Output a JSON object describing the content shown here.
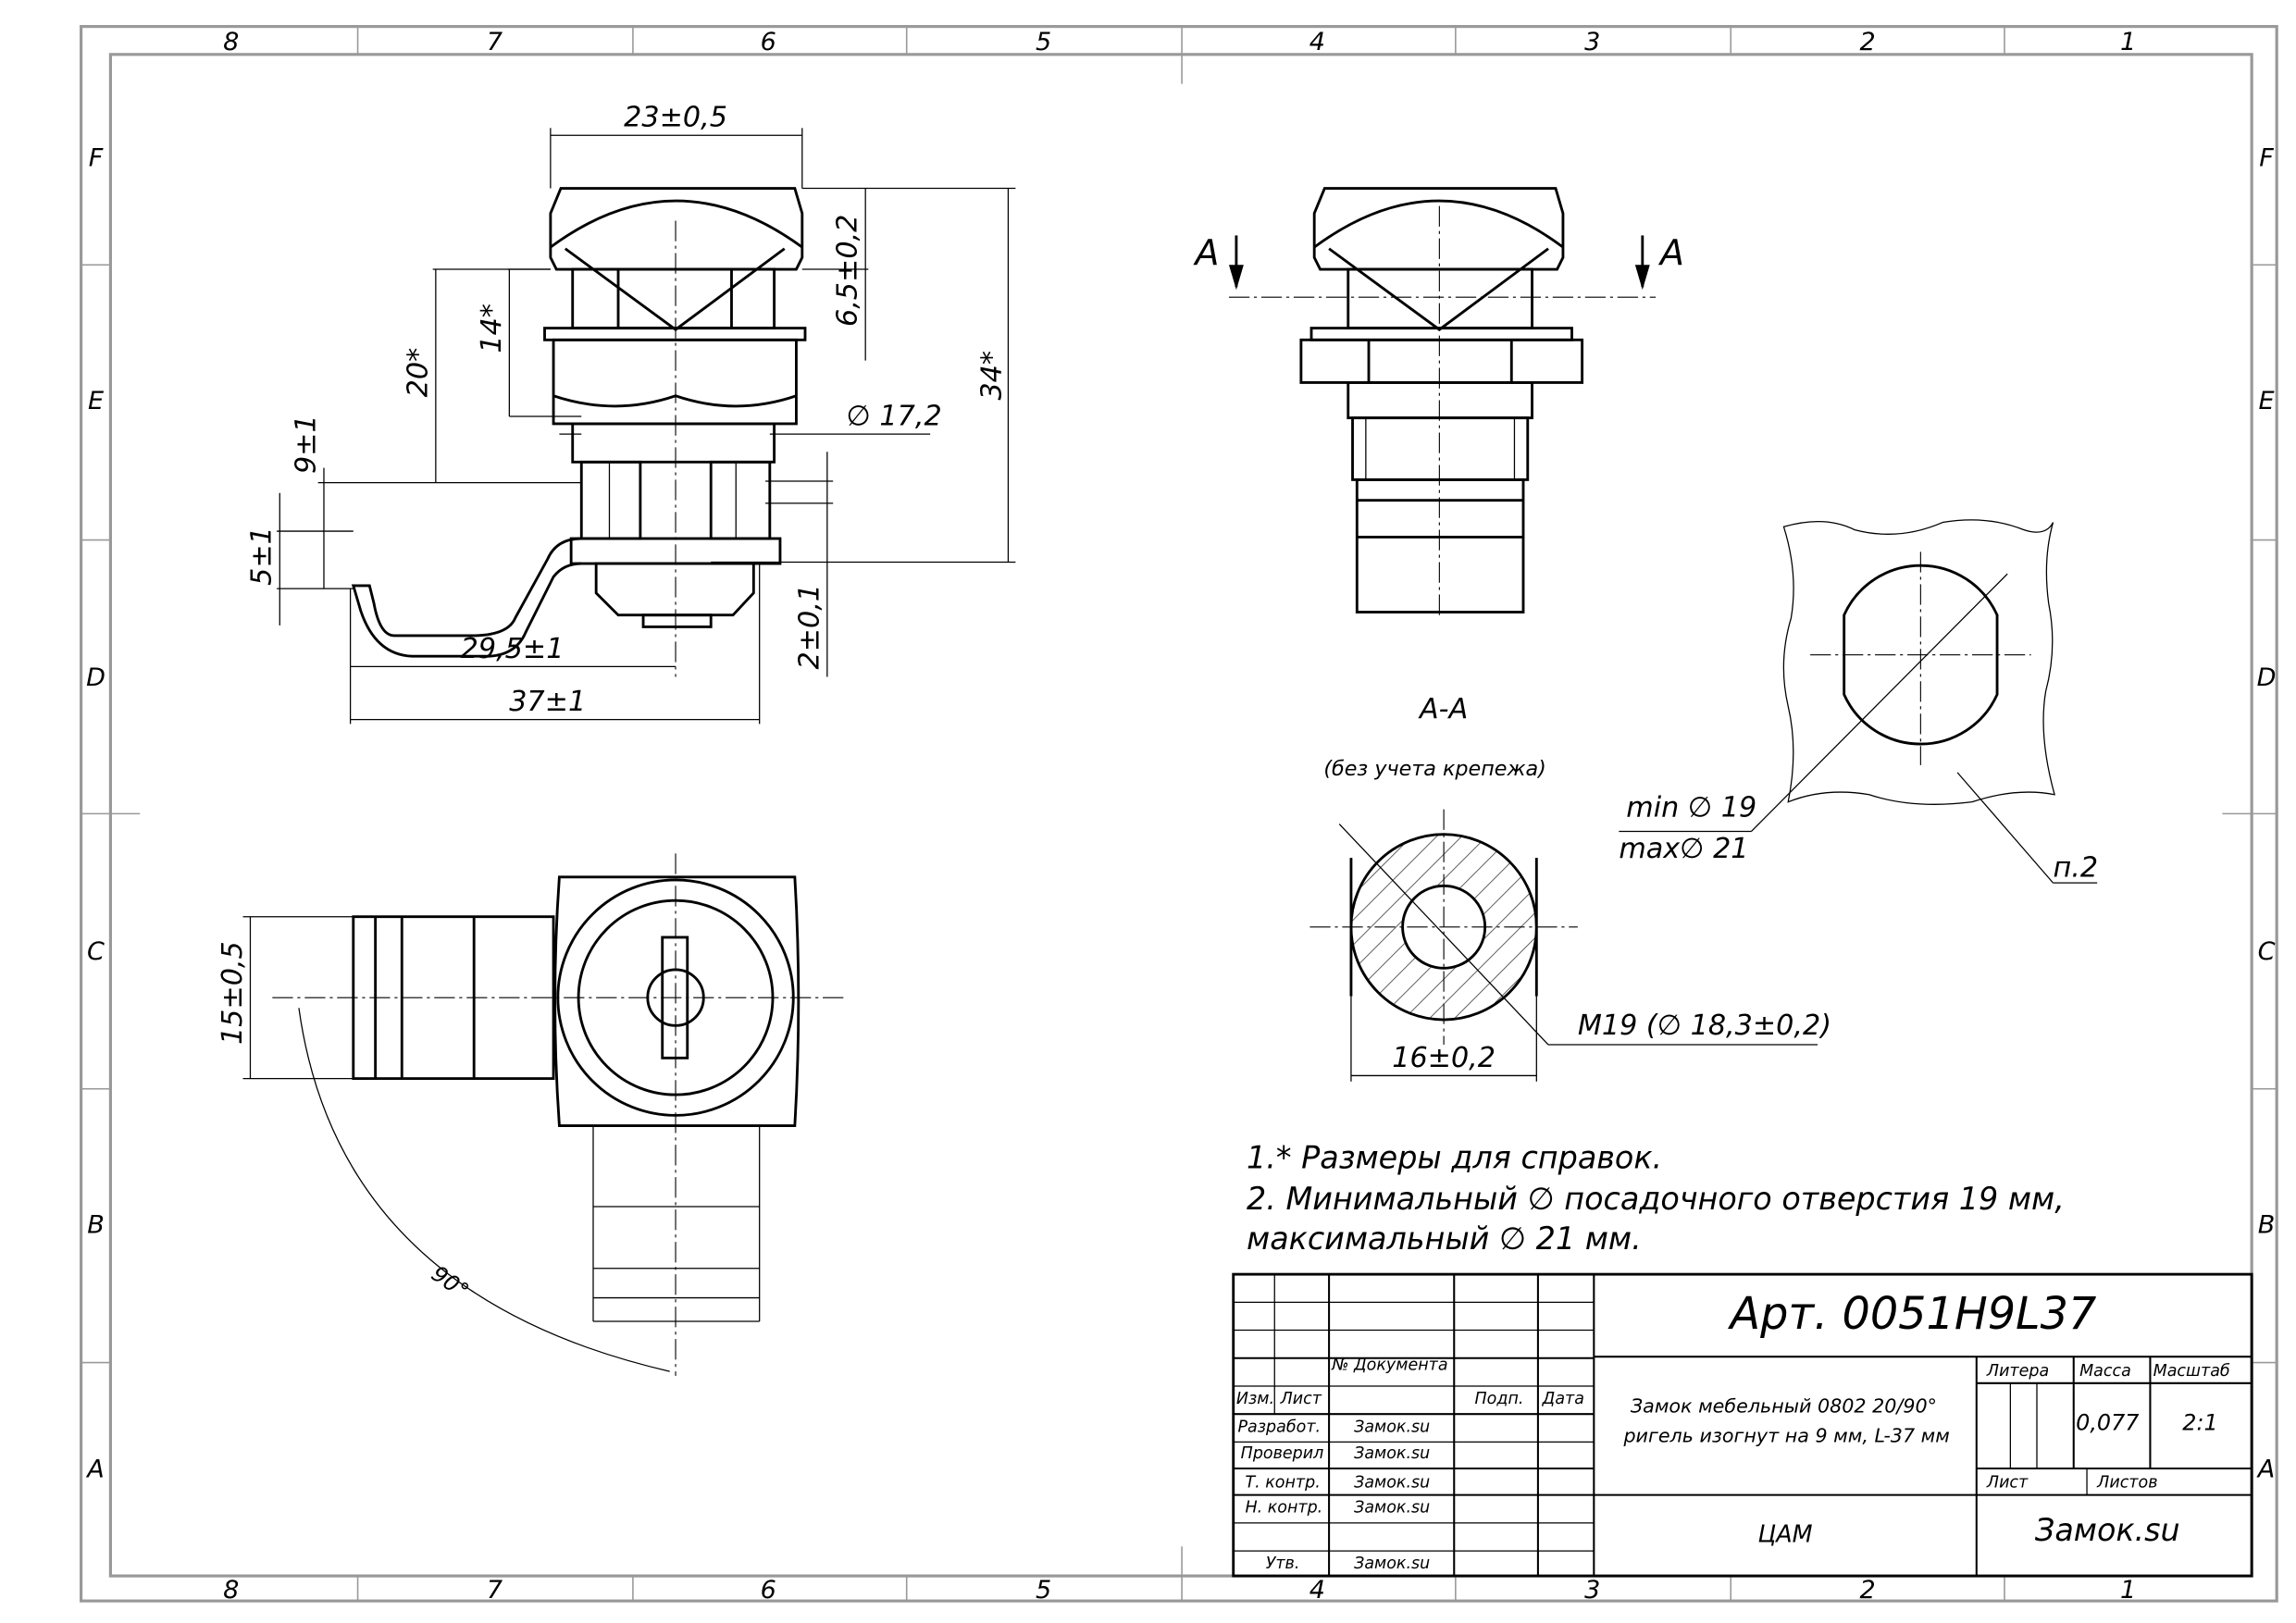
{
  "zones": {
    "columns": [
      "8",
      "7",
      "6",
      "5",
      "4",
      "3",
      "2",
      "1"
    ],
    "rows": [
      "F",
      "E",
      "D",
      "C",
      "B",
      "A"
    ]
  },
  "front_view": {
    "dims": {
      "width_head": "23±0,5",
      "head_height": "6,5±0,2",
      "body_14": "14*",
      "body_20": "20*",
      "total_34": "34*",
      "diameter": "∅ 17,2",
      "offset_9": "9±1",
      "tip_5": "5±1",
      "len_29": "29,5±1",
      "len_37": "37±1",
      "thick_2": "2±0,1"
    }
  },
  "side_view": {
    "section_mark_left": "A",
    "section_mark_right": "A"
  },
  "section": {
    "title": "А-А",
    "subtitle": "(без учета крепежа)",
    "width_dim": "16±0,2",
    "thread_dim": "M19  (∅ 18,3±0,2)"
  },
  "hole": {
    "min": "min  ∅ 19",
    "max": "max∅ 21",
    "note_ref": "п.2"
  },
  "bottom_view": {
    "dim_15": "15±0,5",
    "angle": "90°"
  },
  "notes": [
    "1.* Размеры для справок.",
    "2. Минимальный ∅ посадочного отверстия 19 мм,",
    "максимальный ∅  21 мм."
  ],
  "title_block": {
    "article": "Арт. 0051H9L37",
    "doc_no": "№ Документа",
    "izm": "Изм.",
    "list": "Лист",
    "podp": "Подп.",
    "data": "Дата",
    "roles": [
      "Разработ.",
      "Проверил",
      "Т. контр.",
      "Н. контр.",
      "",
      "Утв."
    ],
    "names": [
      "Замок.su",
      "Замок.su",
      "Замок.su",
      "Замок.su",
      "",
      "Замок.su"
    ],
    "description_1": "Замок мебельный 0802 20/90°",
    "description_2": "ригель изогнут на 9 мм, L-37 мм",
    "litera": "Литера",
    "massa": "Масса",
    "masshtab": "Масштаб",
    "mass_value": "0,077",
    "scale_value": "2:1",
    "sheet": "Лист",
    "sheets": "Листов",
    "material": "ЦАМ",
    "company": "Замок.su"
  }
}
